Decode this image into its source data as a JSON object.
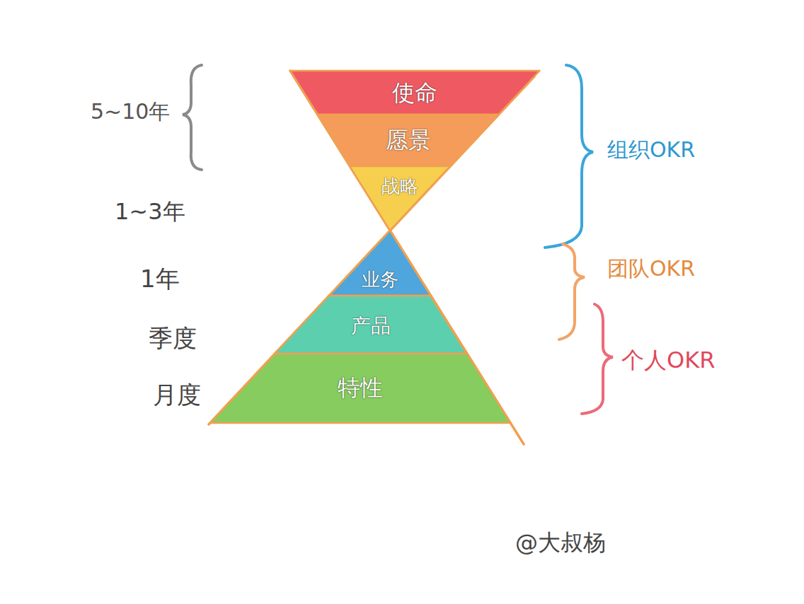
{
  "diagram": {
    "nodes": [
      {
        "text": [
          "使命"
        ]
      },
      {
        "text": [
          "愿景"
        ]
      },
      {
        "text": [
          "战略"
        ]
      },
      {
        "text": [
          "业务"
        ]
      },
      {
        "text": [
          "产品"
        ]
      },
      {
        "text": [
          "特性"
        ]
      }
    ],
    "labels": [
      "5~10年",
      "1~3年",
      "1年",
      "季度",
      "月度",
      "组织OKR",
      "团队OKR",
      "个人OKR",
      "@大叔杨"
    ]
  }
}
